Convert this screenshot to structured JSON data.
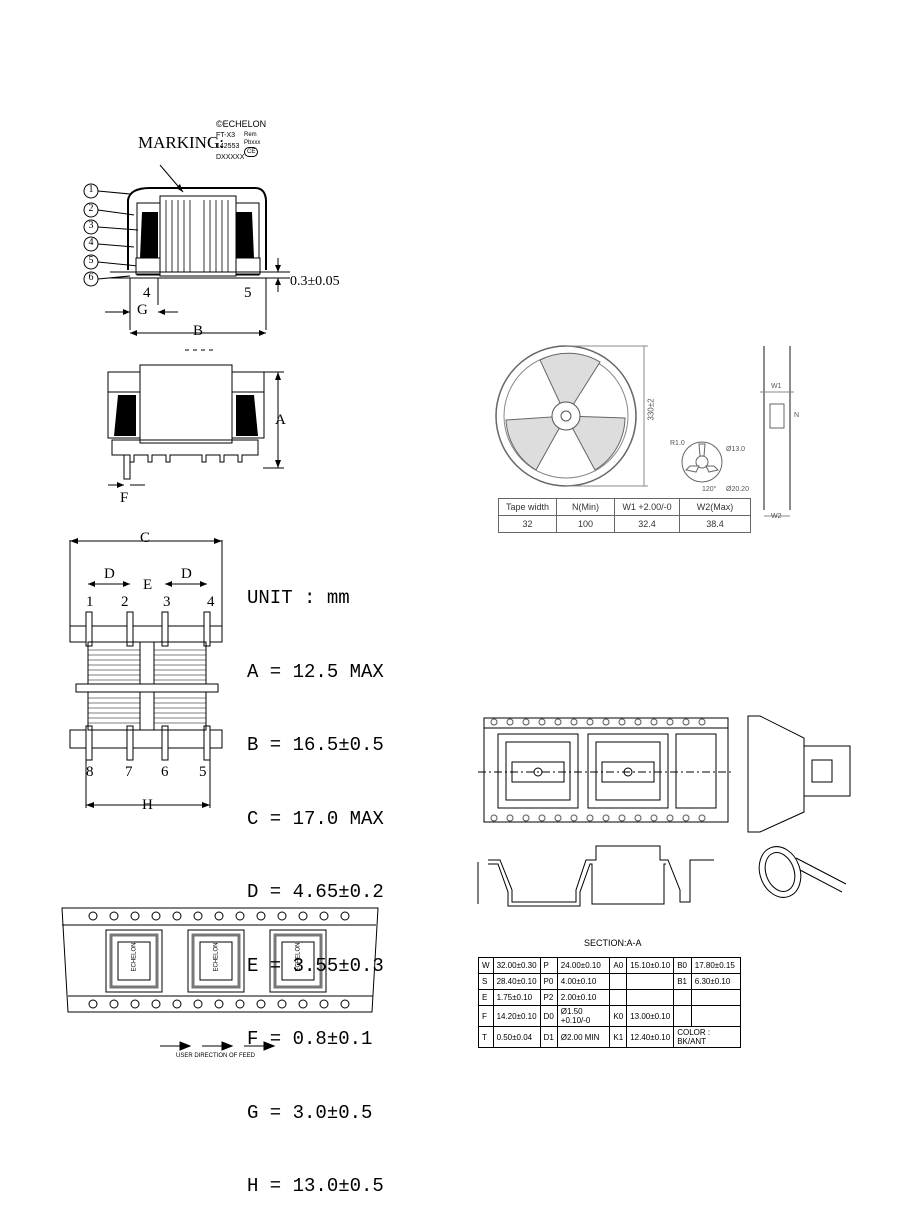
{
  "marking": {
    "label": "MARKING:",
    "lines": [
      "©ECHELON",
      "FT-X3",
      "142553",
      "DXXXXX"
    ],
    "side_lines": [
      "Rem",
      "Pbxxx"
    ],
    "ce_mark": "CE"
  },
  "callouts": [
    "1",
    "2",
    "3",
    "4",
    "5",
    "6"
  ],
  "side_view": {
    "pin_left": "4",
    "pin_right": "5",
    "thickness": "0.3±0.05",
    "dim_g": "G",
    "dim_b": "B"
  },
  "end_view": {
    "dim_a": "A",
    "dim_f": "F"
  },
  "top_view": {
    "dim_c": "C",
    "dim_d": "D",
    "dim_e": "E",
    "dim_h": "H",
    "top_pins": [
      "1",
      "2",
      "3",
      "4"
    ],
    "bottom_pins": [
      "8",
      "7",
      "6",
      "5"
    ]
  },
  "unit_block": {
    "title": "UNIT : mm",
    "lines": [
      "A = 12.5 MAX",
      "B = 16.5±0.5",
      "C = 17.0 MAX",
      "D = 4.65±0.2",
      "E = 3.55±0.3",
      "F = 0.8±0.1",
      "G = 3.0±0.5",
      "H = 13.0±0.5"
    ]
  },
  "feed": {
    "label": "USER DIRECTION OF FEED",
    "part_marking": "ECHELON"
  },
  "reel": {
    "diameter": "330±2",
    "hub_labels": [
      "R1.0",
      "120°",
      "Ø13.0",
      "Ø20.20"
    ],
    "side_labels": [
      "W1",
      "N",
      "W2"
    ],
    "table": {
      "headers": [
        "Tape width",
        "N(Min)",
        "W1 +2.00/-0",
        "W2(Max)"
      ],
      "rows": [
        [
          "32",
          "100",
          "32.4",
          "38.4"
        ]
      ]
    }
  },
  "carrier": {
    "section_label": "SECTION:A-A",
    "table_rows": [
      [
        "W",
        "32.00±0.30",
        "P",
        "24.00±0.10",
        "A0",
        "15.10±0.10",
        "B0",
        "17.80±0.15"
      ],
      [
        "S",
        "28.40±0.10",
        "P0",
        "4.00±0.10",
        "",
        "",
        "B1",
        "6.30±0.10"
      ],
      [
        "E",
        "1.75±0.10",
        "P2",
        "2.00±0.10",
        "",
        "",
        "",
        ""
      ],
      [
        "F",
        "14.20±0.10",
        "D0",
        "Ø1.50 +0.10/-0",
        "K0",
        "13.00±0.10",
        "",
        ""
      ],
      [
        "T",
        "0.50±0.04",
        "D1",
        "Ø2.00 MIN",
        "K1",
        "12.40±0.10",
        "COLOR : BK/ANT",
        ""
      ]
    ]
  }
}
